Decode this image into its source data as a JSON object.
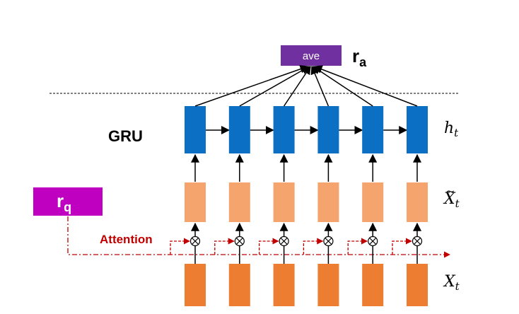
{
  "diagram": {
    "ave_label": "ave",
    "ra_label": {
      "main": "r",
      "sub": "a"
    },
    "rq_label": {
      "main": "r",
      "sub": "q"
    },
    "gru_label": "GRU",
    "attention_label": "Attention",
    "ht_label": {
      "main": "h",
      "sub": "t"
    },
    "xt_tilde_label": {
      "main": "X",
      "sub": "t"
    },
    "xt_label": {
      "main": "X",
      "sub": "t"
    },
    "timestep_count": 6
  },
  "colors": {
    "ave_box": "#7030a0",
    "rq_box": "#c000c0",
    "gru_cell": "#0b6fc4",
    "attended_input": "#f4a46c",
    "input": "#ed7d31",
    "attention_arrow": "#c00000",
    "arrow": "#000000",
    "text": "#000000",
    "attention_text": "#c00000"
  },
  "icons": {
    "multiply": "circled-times-icon"
  }
}
